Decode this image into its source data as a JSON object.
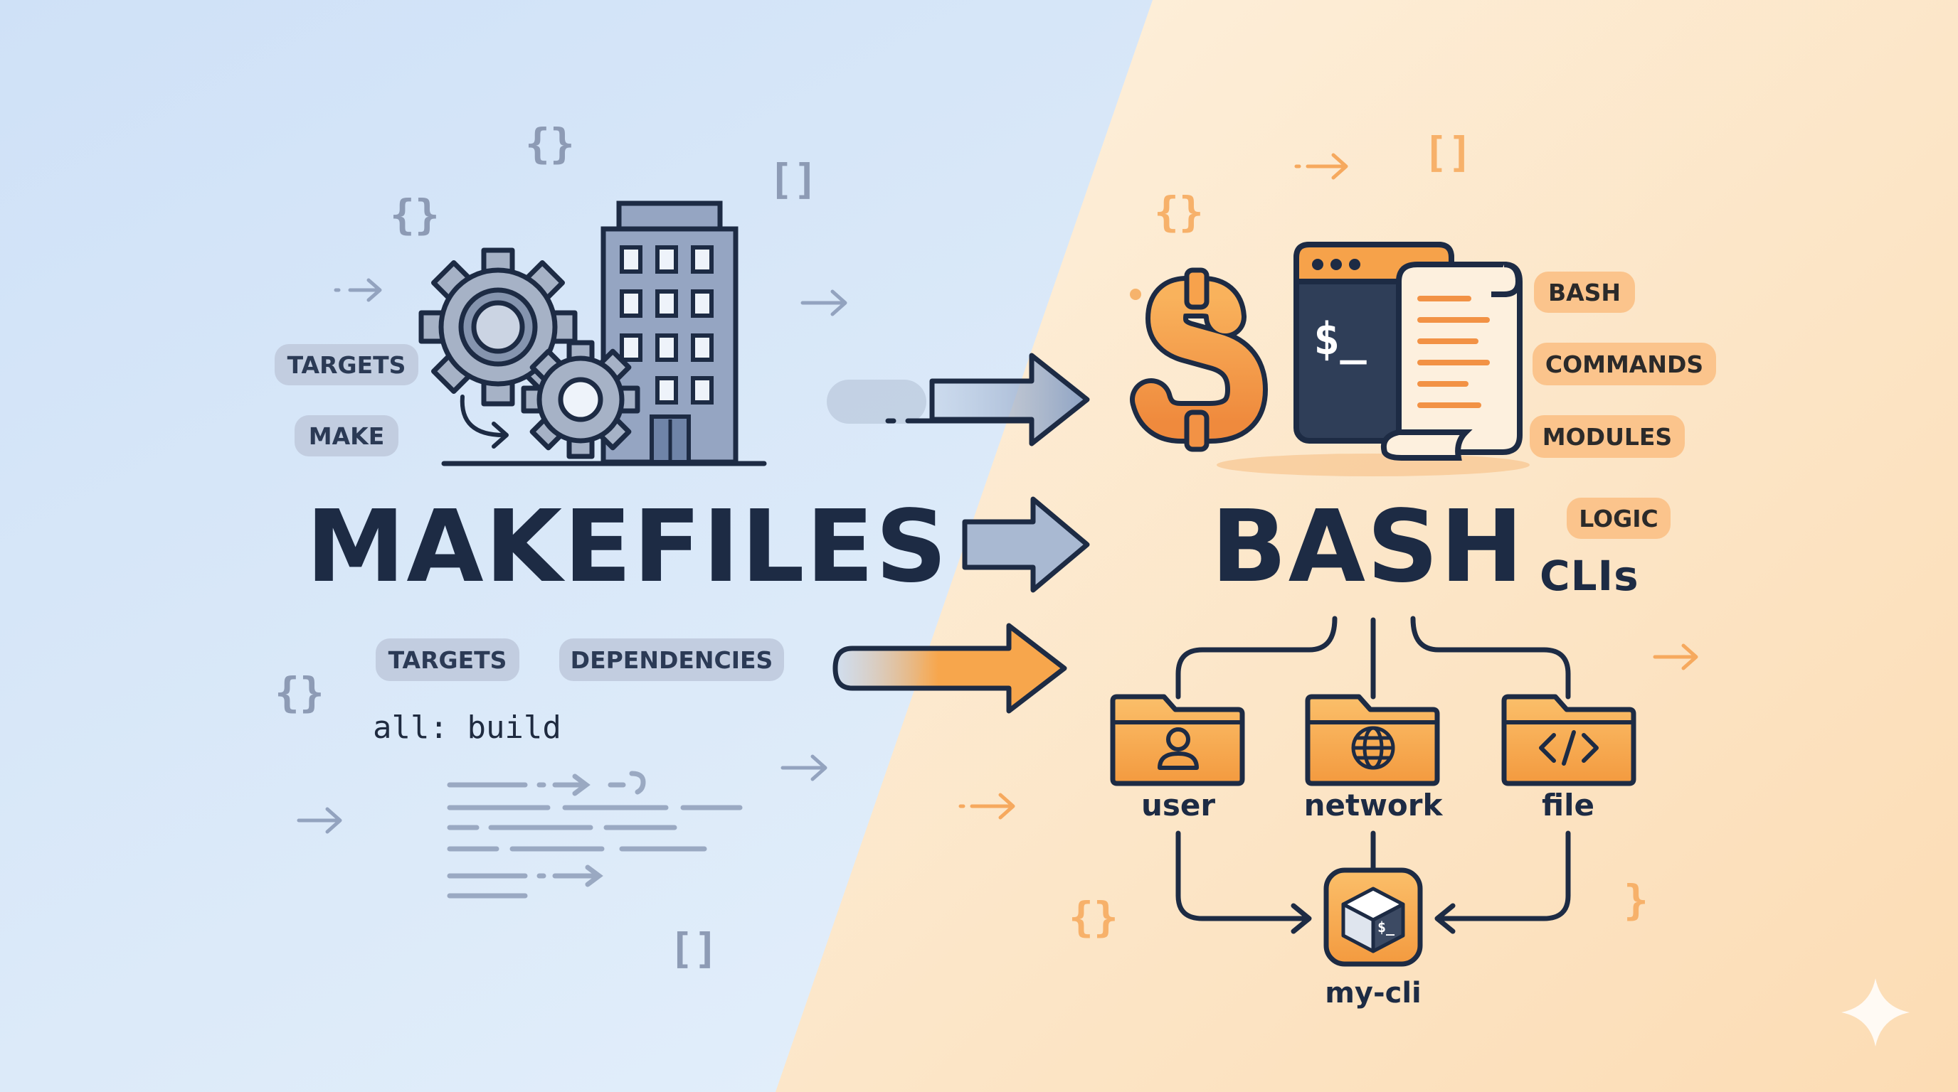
{
  "left": {
    "title": "MAKEFILES",
    "top_tags": [
      "TARGETS",
      "MAKE"
    ],
    "bottom_tags": [
      "TARGETS",
      "DEPENDENCIES"
    ],
    "code_line": "all: build"
  },
  "right": {
    "title": "BASH",
    "subtitle": "CLIs",
    "tags": [
      "BASH",
      "COMMANDS",
      "MODULES",
      "LOGIC"
    ],
    "terminal_prompt": "$_",
    "folders": [
      {
        "label": "user",
        "icon": "user-icon"
      },
      {
        "label": "network",
        "icon": "globe-icon"
      },
      {
        "label": "file",
        "icon": "code-icon"
      }
    ],
    "cli": {
      "label": "my-cli",
      "icon": "terminal-cube-icon",
      "prompt": "$_"
    }
  },
  "decorations": {
    "braces": "{}",
    "brackets": "[]",
    "close_brace": "}"
  },
  "colors": {
    "navy": "#1d2b44",
    "orange": "#f5a54a",
    "orange_light": "#fbc48c",
    "blue_tag": "#c2cde0",
    "gray_blue": "#8d9bb5"
  }
}
